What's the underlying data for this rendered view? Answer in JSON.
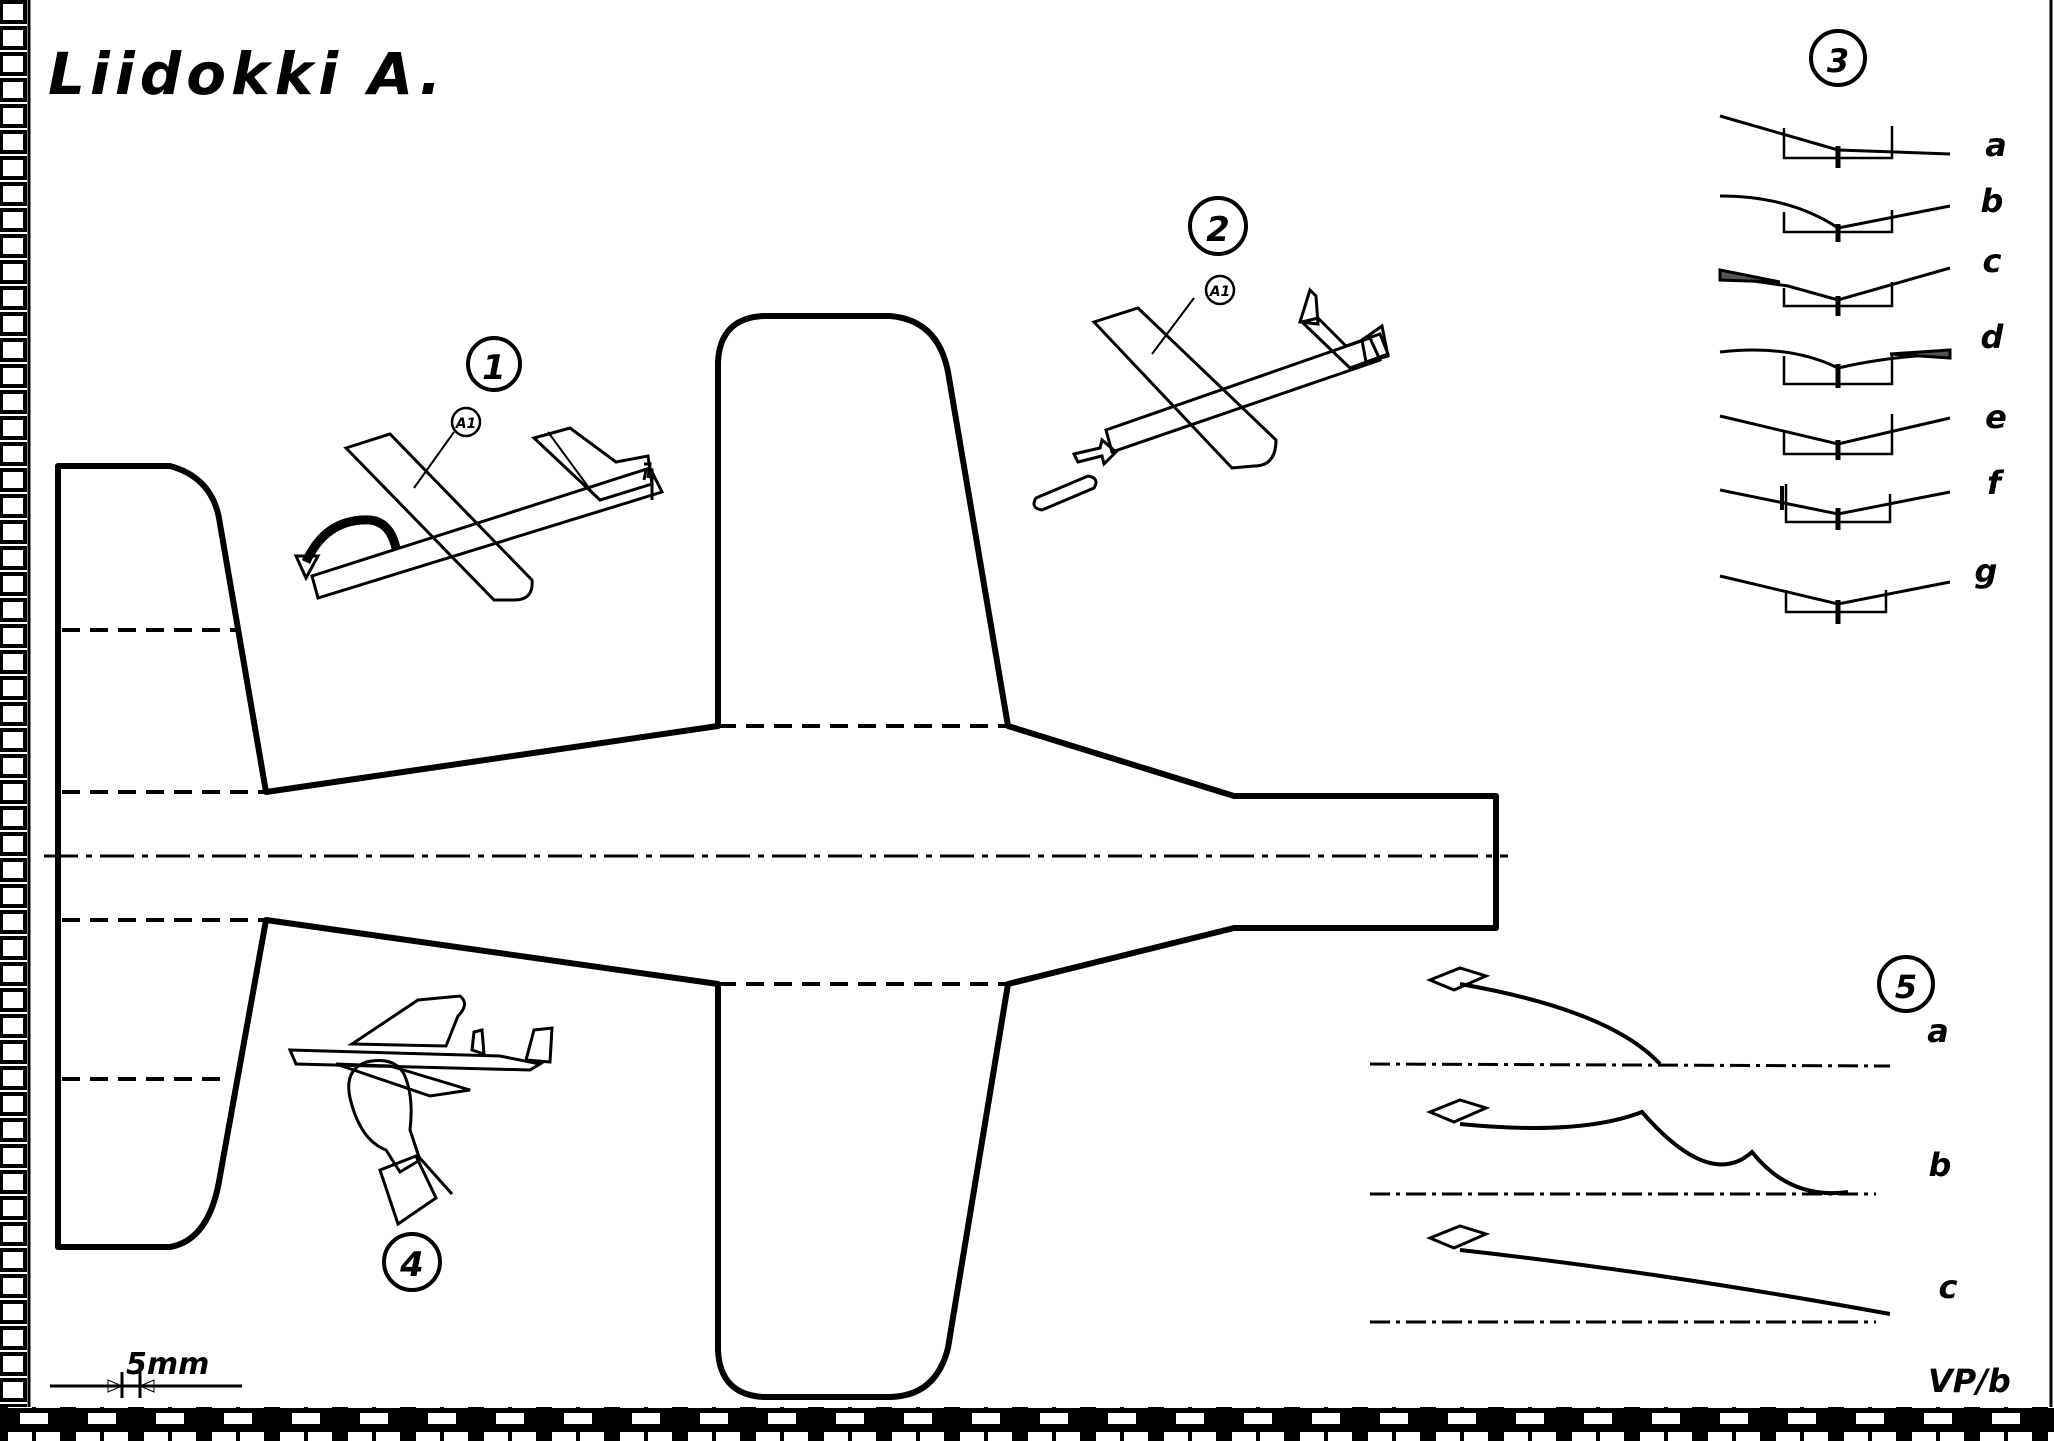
{
  "title": "Liidokki A.",
  "part_label": "A1",
  "step_numbers": [
    "1",
    "2",
    "3",
    "4",
    "5"
  ],
  "dihedral_labels": [
    "a",
    "b",
    "c",
    "d",
    "e",
    "f",
    "g"
  ],
  "flight_labels": [
    "a",
    "b",
    "c"
  ],
  "scale_label": "5mm",
  "signature": "VP/b"
}
